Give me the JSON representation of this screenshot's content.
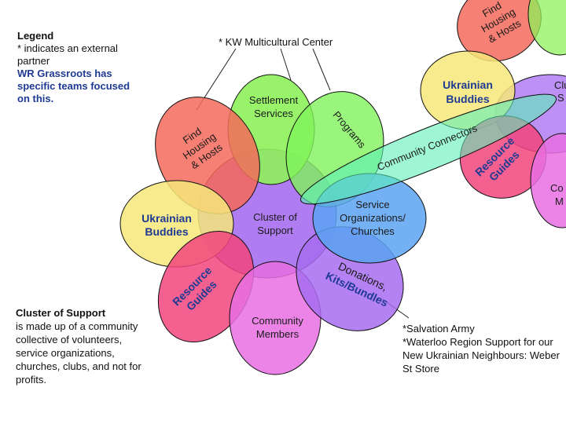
{
  "legend": {
    "heading": "Legend",
    "line1": "* indicates an external partner",
    "line2": "WR Grassroots has specific teams focused on this."
  },
  "kw_label": "* KW Multicultural Center",
  "cluster_note": {
    "heading": "Cluster of Support",
    "body": "is made up of a community collective of volunteers, service organizations, churches, clubs, and not for profits."
  },
  "partners": {
    "line1": "*Salvation Army",
    "line2": "*Waterloo Region Support for our New Ukrainian Neighbours: Weber St Store"
  },
  "petals": {
    "center": [
      "Cluster of",
      "Support"
    ],
    "settlement": [
      "Settlement",
      "Services"
    ],
    "programs": "Programs",
    "housing": [
      "Find",
      "Housing",
      "& Hosts"
    ],
    "ukrainian": [
      "Ukrainian",
      "Buddies"
    ],
    "resource": [
      "Resource",
      "Guides"
    ],
    "community": [
      "Community",
      "Members"
    ],
    "donations1": "Donations,",
    "donations2": "Kits/Bundles",
    "service": [
      "Service",
      "Organizations/",
      "Churches"
    ],
    "connectors": "Community Connectors"
  },
  "right_cluster": {
    "housing": [
      "Find",
      "Housing",
      "& Hosts"
    ],
    "ukrainian": [
      "Ukrainian",
      "Buddies"
    ],
    "resource": [
      "Resource",
      "Guides"
    ],
    "cl_partial": "Clu",
    "s_partial": "S",
    "co_partial": "Co",
    "m_partial": "M"
  },
  "colors": {
    "center": "#b07cf2",
    "green": "#8ef25a",
    "housing": "#f46a5a",
    "yellow": "#f6e77a",
    "pink": "#f2457e",
    "community": "#e86ee2",
    "donations": "#a76cf0",
    "service": "#5aa3f2",
    "connectors": "#5ef0b8"
  }
}
